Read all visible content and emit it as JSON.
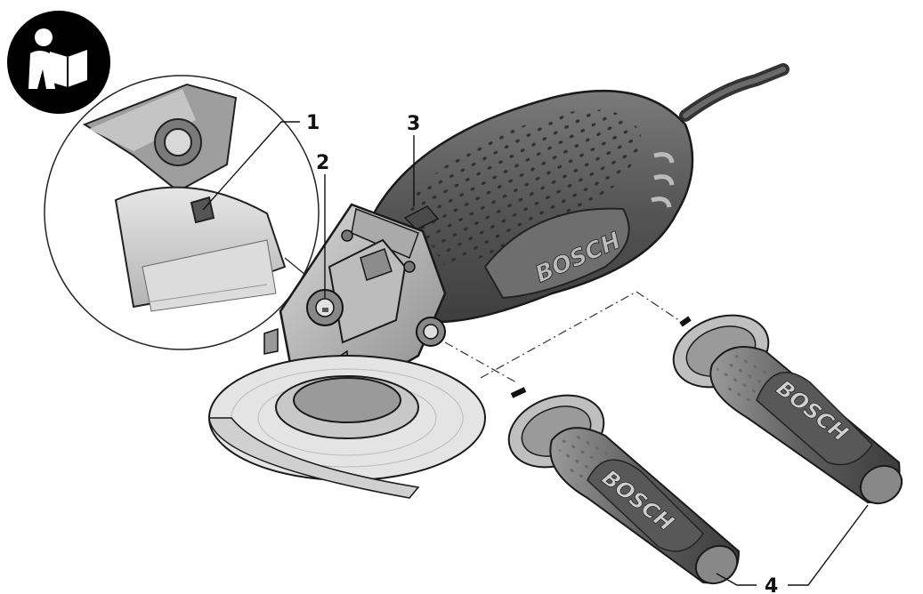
{
  "manual_icon": "read-manual-icon",
  "brand": "BOSCH",
  "callouts": [
    {
      "id": "1",
      "label": "1"
    },
    {
      "id": "2",
      "label": "2"
    },
    {
      "id": "3",
      "label": "3"
    },
    {
      "id": "4",
      "label": "4"
    }
  ],
  "colors": {
    "body_dark": "#5a5a5a",
    "body_mid": "#8a8a8a",
    "body_light": "#c9c9c9",
    "line": "#1a1a1a",
    "icon_bg": "#000000"
  }
}
